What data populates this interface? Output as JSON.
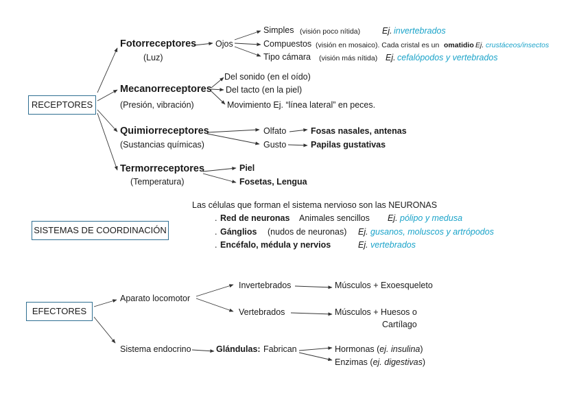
{
  "receptores": {
    "title": "RECEPTORES",
    "foto": {
      "name": "Fotorreceptores",
      "sub": "(Luz)",
      "ojos": "Ojos",
      "simples": "Simples",
      "simples_note": "(visión poco nítida)",
      "simples_ex_prefix": "Ej.",
      "simples_ex": "invertebrados",
      "compuestos": "Compuestos",
      "compuestos_note": "(visión en mosaico). Cada cristal es un",
      "compuestos_bold": "omatidio",
      "compuestos_ex_prefix": "Ej.",
      "compuestos_ex": "crustáceos/insectos",
      "camara": "Tipo cámara",
      "camara_note": "(visión más nítida)",
      "camara_ex_prefix": "Ej.",
      "camara_ex": "cefalópodos y vertebrados"
    },
    "meca": {
      "name": "Mecanorreceptores",
      "sub": "(Presión, vibración)",
      "sonido": "Del sonido  (en el oído)",
      "tacto": "Del tacto   (en la piel)",
      "movimiento": "Movimiento  Ej. “línea lateral” en peces."
    },
    "quimio": {
      "name": "Quimiorreceptores",
      "sub": "(Sustancias químicas)",
      "olfato": "Olfato",
      "olfato_dest": "Fosas nasales, antenas",
      "gusto": "Gusto",
      "gusto_dest": "Papilas gustativas"
    },
    "termo": {
      "name": "Termorreceptores",
      "sub": "(Temperatura)",
      "piel": "Piel",
      "fosetas": "Fosetas, Lengua"
    }
  },
  "coordinacion": {
    "title": "SISTEMAS DE COORDINACIÓN",
    "intro": "Las células que forman el sistema nervioso son las NEURONAS",
    "red_dot": ".",
    "red": "Red de neuronas",
    "red_desc": "Animales sencillos",
    "red_ex_prefix": "Ej.",
    "red_ex": "pólipo y medusa",
    "ganglios_dot": ".",
    "ganglios": "Gánglios",
    "ganglios_desc": "(nudos de neuronas)",
    "ganglios_ex_prefix": "Ej.",
    "ganglios_ex": "gusanos, moluscos y artrópodos",
    "encefalo_dot": ".",
    "encefalo": "Encéfalo, médula y nervios",
    "encefalo_ex_prefix": "Ej.",
    "encefalo_ex": "vertebrados"
  },
  "efectores": {
    "title": "EFECTORES",
    "locomotor": "Aparato locomotor",
    "invertebrados": "Invertebrados",
    "inv_dest": "Músculos  +  Exoesqueleto",
    "vertebrados": "Vertebrados",
    "vert_dest": "Músculos  +  Huesos o",
    "vert_dest2": "Cartílago",
    "endocrino": "Sistema endocrino",
    "glandulas": "Glándulas:",
    "fabrican": "Fabrican",
    "hormonas": "Hormonas (",
    "hormonas_ex": "ej. insulina",
    "hormonas_close": ")",
    "enzimas": "Enzimas  (",
    "enzimas_ex": "ej. digestivas",
    "enzimas_close": ")"
  }
}
